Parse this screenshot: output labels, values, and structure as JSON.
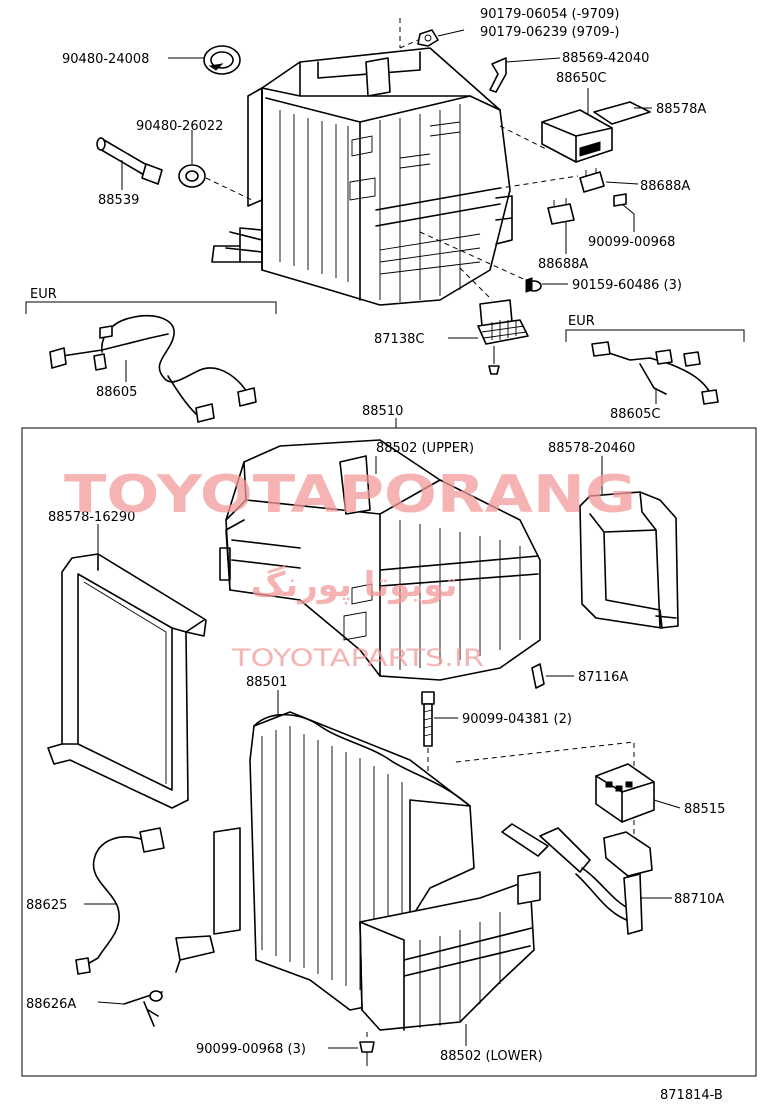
{
  "labels": {
    "p90179_06054": "90179-06054 (-9709)",
    "p90179_06239": "90179-06239 (9709-)",
    "p88569_42040": "88569-42040",
    "p90480_24008": "90480-24008",
    "p88650C": "88650C",
    "p88578A": "88578A",
    "p90480_26022": "90480-26022",
    "p88539": "88539",
    "p88688A_1": "88688A",
    "p90099_00968": "90099-00968",
    "p88688A_2": "88688A",
    "p90159_60486": "90159-60486 (3)",
    "eur_1": "EUR",
    "p87138C": "87138C",
    "eur_2": "EUR",
    "p88605": "88605",
    "p88605C": "88605C",
    "p88510": "88510",
    "p88502_upper": "88502 (UPPER)",
    "p88578_20460": "88578-20460",
    "p88578_16290": "88578-16290",
    "p87116A": "87116A",
    "p88501": "88501",
    "p90099_04381": "90099-04381 (2)",
    "p88515": "88515",
    "p88625": "88625",
    "p88710A": "88710A",
    "p88626A": "88626A",
    "p90099_00968_3": "90099-00968 (3)",
    "p88502_lower": "88502 (LOWER)",
    "figure_id": "871814-B"
  },
  "watermark": {
    "latin": "TOYOTAPORANG",
    "persian": "تویوتا پورنگ",
    "site": "TOYOTAPARTS.IR"
  }
}
